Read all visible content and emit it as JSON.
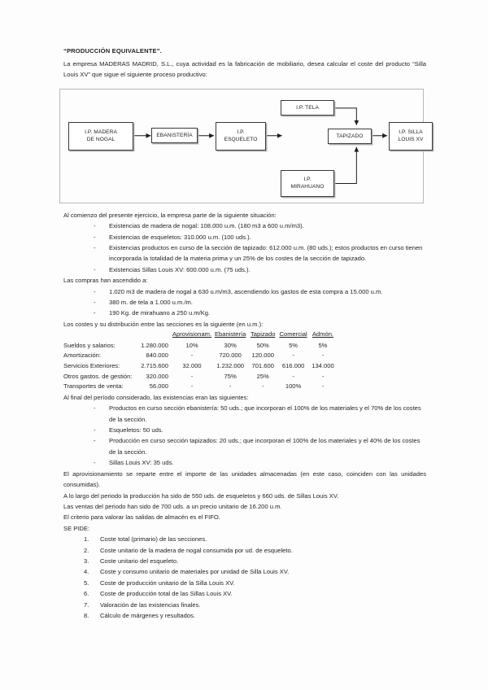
{
  "document": {
    "title": "“PRODUCCIÓN EQUIVALENTE”.",
    "intro": "La empresa MADERAS MADRID, S.L., cuya actividad es la fabricación de mobiliario, desea calcular el coste del producto “Silla Louis XV” que sigue el siguiente proceso productivo:"
  },
  "diagram": {
    "nodes": [
      {
        "id": "madera",
        "lines": [
          "I.P. MADERA",
          "DE NOGAL"
        ]
      },
      {
        "id": "ebanisteria",
        "lines": [
          "EBANISTERÍA"
        ]
      },
      {
        "id": "esqueleto",
        "lines": [
          "I.P.",
          "ESQUELETO"
        ]
      },
      {
        "id": "tela",
        "lines": [
          "I.P. TELA"
        ]
      },
      {
        "id": "tapizado",
        "lines": [
          "TAPIZADO"
        ]
      },
      {
        "id": "mirahuano",
        "lines": [
          "I.P.",
          "MIRAHUANO"
        ]
      },
      {
        "id": "silla",
        "lines": [
          "I.P. SILLA",
          "LOUIS XV"
        ]
      }
    ]
  },
  "initial": {
    "lead": "Al comienzo del presente ejercicio, la empresa parte de la siguiente situación:",
    "marker": "-",
    "items": [
      "Existencias de madera de nogal: 108.000 u.m. (180 m3 a 600 u.m/m3).",
      "Existencias de esqueletos: 310.000 u.m. (100 uds.).",
      "Existencias productos en curso de la sección de tapizado: 612.000 u.m. (80 uds.); estos productos en curso tienen incorporada la totalidad de la materia prima y un 25% de los costes de la sección de tapizado.",
      "Existencias Sillas Louis XV: 600.000 u.m. (75 uds.)."
    ]
  },
  "purchases": {
    "lead": "Las compras han ascendido a:",
    "marker": "-",
    "items": [
      "1.020 m3 de madera de nogal a 630 u.m/m3, ascendiendo los gastos de esta compra a 15.000 u.m.",
      "380 m. de tela a 1.000 u.m./m.",
      "190 Kg. de mirahuano a 250 u.m/Kg."
    ]
  },
  "costs": {
    "lead": "Los costes y su distribución entre las secciones es la siguiente (en u.m.):",
    "headers": [
      "",
      "",
      "Aprovisionam.",
      "Ebanistería",
      "Tapizado",
      "Comercial",
      "Admón."
    ],
    "rows": [
      {
        "label": "Sueldos y salarios:",
        "total": "1.280.000",
        "values": [
          "10%",
          "30%",
          "50%",
          "5%",
          "5%"
        ]
      },
      {
        "label": "Amortización:",
        "total": "840.000",
        "values": [
          "-",
          "720.000",
          "120.000",
          "-",
          "-"
        ]
      },
      {
        "label": "Servicios Exteriores:",
        "total": "2.715.600",
        "values": [
          "32.000",
          "1.232.000",
          "701.600",
          "616.000",
          "134.000"
        ]
      },
      {
        "label": "Otros gastos. de gestión:",
        "total": "320.000",
        "values": [
          "-",
          "75%",
          "25%",
          "-",
          "-"
        ]
      },
      {
        "label": "Transportes de venta:",
        "total": "56.000",
        "values": [
          "-",
          "-",
          "-",
          "100%",
          "-"
        ]
      }
    ]
  },
  "final": {
    "lead": "Al final del período considerado, las existencias eran las siguientes:",
    "marker": "-",
    "items": [
      "Productos en curso sección ebanistería: 50 uds.; que incorporan el 100% de los materiales y el 70% de los costes de la sección.",
      "Esqueletos: 50 uds.",
      "Producción en curso sección tapizados: 20 uds.; que incorporan el 100% de los materiales y el 40% de los costes de la sección.",
      "Sillas Louis XV: 35 uds."
    ]
  },
  "notes": {
    "provisioning": "El aprovisionamiento se reparte entre el importe de las unidades almacenadas (en este caso, coinciden con las unidades consumidas).",
    "production": "A lo largo del periodo la producción ha sido de 550 uds. de esqueletos y 660 uds. de Sillas Louis XV.",
    "sales": "Las ventas del periodo han sido de 700 uds. a un precio unitario de 16.200 u.m.",
    "criterion": "El criterio para valorar las salidas de almacén es el FIFO."
  },
  "requested": {
    "lead": "SE PIDE:",
    "items": [
      {
        "num": "1.",
        "text": "Coste total (primario) de las secciones."
      },
      {
        "num": "2.",
        "text": "Coste unitario de la madera de nogal consumida por ud. de esqueleto."
      },
      {
        "num": "3.",
        "text": "Coste unitario del esqueleto."
      },
      {
        "num": "4.",
        "text": "Coste y consumo unitario de materiales por unidad de Silla Louis XV."
      },
      {
        "num": "5.",
        "text": "Coste de producción unitario de la Silla Louis XV."
      },
      {
        "num": "6.",
        "text": "Coste de producción total de las Sillas Louis XV."
      },
      {
        "num": "7.",
        "text": "Valoración de las existencias finales."
      },
      {
        "num": "8.",
        "text": "Cálculo de márgenes y resultados."
      }
    ]
  }
}
